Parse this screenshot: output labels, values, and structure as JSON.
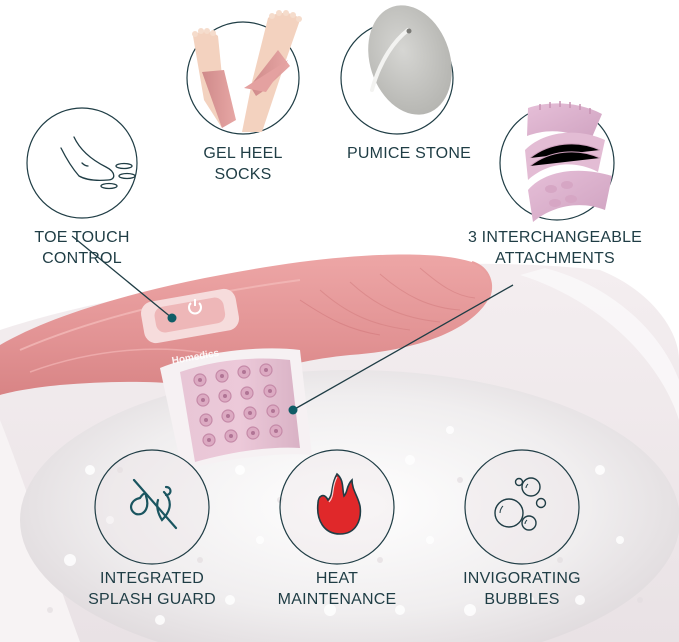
{
  "product": {
    "brand": "Homedics",
    "accent_color": "#e69a9c",
    "text_color": "#1f3d45",
    "line_color": "#1f3d45",
    "dot_color": "#0f5c66",
    "flame_color": "#e0282a"
  },
  "features": {
    "top": [
      {
        "id": "toe-touch-control",
        "icon": "foot-touch-icon",
        "lines": [
          "TOE TOUCH",
          "CONTROL"
        ]
      },
      {
        "id": "gel-heel-socks",
        "icon": "heel-socks-photo",
        "lines": [
          "GEL HEEL",
          "SOCKS"
        ]
      },
      {
        "id": "pumice-stone",
        "icon": "pumice-stone-photo",
        "lines": [
          "PUMICE STONE"
        ]
      },
      {
        "id": "interchangeable-attachments",
        "icon": "attachments-photo",
        "lines": [
          "3 INTERCHANGEABLE",
          "ATTACHMENTS"
        ]
      }
    ],
    "bottom": [
      {
        "id": "splash-guard",
        "icon": "no-splash-icon",
        "lines": [
          "INTEGRATED",
          "SPLASH GUARD"
        ]
      },
      {
        "id": "heat-maintenance",
        "icon": "flame-icon",
        "lines": [
          "HEAT",
          "MAINTENANCE"
        ]
      },
      {
        "id": "bubbles",
        "icon": "bubbles-icon",
        "lines": [
          "INVIGORATING",
          "BUBBLES"
        ]
      }
    ]
  }
}
